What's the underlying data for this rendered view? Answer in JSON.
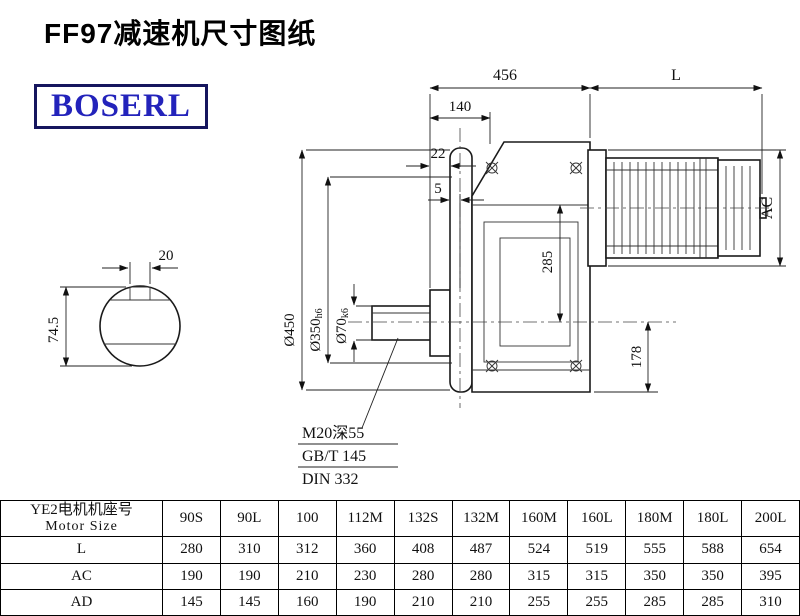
{
  "page": {
    "title": "FF97减速机尺寸图纸"
  },
  "logo": {
    "text": "BOSERL",
    "color": "#2323bb"
  },
  "drawing": {
    "dim_456": "456",
    "dim_L": "L",
    "dim_140": "140",
    "dim_22": "22",
    "dim_5": "5",
    "dim_AC": "AC",
    "dim_285": "285",
    "dim_178": "178",
    "dim_od450": "Ø450",
    "dim_od350": "Ø350",
    "dim_od350_fit": "h6",
    "dim_od70": "Ø70",
    "dim_od70_fit": "k6",
    "dim_20": "20",
    "dim_745": "74.5",
    "note_tap": "M20深55",
    "note_gbt": "GB/T 145",
    "note_din": "DIN 332"
  },
  "table": {
    "header_cn": "YE2电机机座号",
    "header_en": "Motor Size",
    "columns": [
      "90S",
      "90L",
      "100",
      "112M",
      "132S",
      "132M",
      "160M",
      "160L",
      "180M",
      "180L",
      "200L"
    ],
    "rows": [
      {
        "label": "L",
        "values": [
          280,
          310,
          312,
          360,
          408,
          487,
          524,
          519,
          555,
          588,
          654
        ]
      },
      {
        "label": "AC",
        "values": [
          190,
          190,
          210,
          230,
          280,
          280,
          315,
          315,
          350,
          350,
          395
        ]
      },
      {
        "label": "AD",
        "values": [
          145,
          145,
          160,
          190,
          210,
          210,
          255,
          255,
          285,
          285,
          310
        ]
      }
    ]
  }
}
